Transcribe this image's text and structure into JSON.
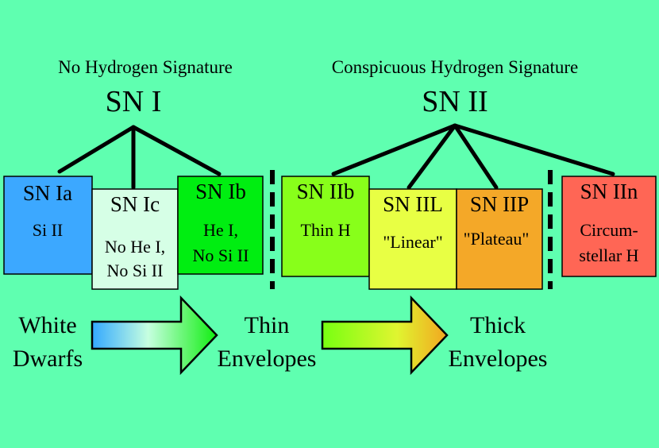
{
  "colors": {
    "background": "#5fffb0",
    "sn_ia": "#3ca8ff",
    "sn_ic": "#d6ffe6",
    "sn_ib": "#00ee11",
    "sn_iib": "#88ff1a",
    "sn_iil": "#e8ff44",
    "sn_iip": "#f4a828",
    "sn_iin": "#ff6655"
  },
  "groups": {
    "sn1": {
      "subtitle": "No Hydrogen Signature",
      "title": "SN I"
    },
    "sn2": {
      "subtitle": "Conspicuous Hydrogen Signature",
      "title": "SN II"
    }
  },
  "types": {
    "ia": {
      "name": "SN Ia",
      "line1": "Si II",
      "line2": ""
    },
    "ic": {
      "name": "SN Ic",
      "line1": "No He I,",
      "line2": "No Si II"
    },
    "ib": {
      "name": "SN Ib",
      "line1": "He I,",
      "line2": "No Si II"
    },
    "iib": {
      "name": "SN IIb",
      "line1": "Thin H",
      "line2": ""
    },
    "iil": {
      "name": "SN IIL",
      "line1": "\"Linear\"",
      "line2": ""
    },
    "iip": {
      "name": "SN IIP",
      "line1": "\"Plateau\"",
      "line2": ""
    },
    "iin": {
      "name": "SN IIn",
      "line1": "Circum-",
      "line2": "stellar H"
    }
  },
  "progenitors": {
    "white_dwarfs": {
      "line1": "White",
      "line2": "Dwarfs"
    },
    "thin_envelopes": {
      "line1": "Thin",
      "line2": "Envelopes"
    },
    "thick_envelopes": {
      "line1": "Thick",
      "line2": "Envelopes"
    }
  }
}
